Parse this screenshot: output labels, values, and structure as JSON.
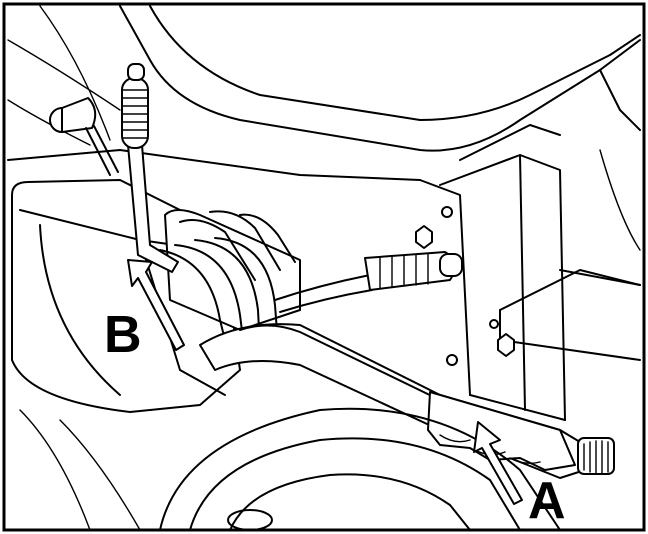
{
  "figure": {
    "callouts": [
      {
        "id": "A",
        "label": "A",
        "part": "forward-reverse-control-lever"
      },
      {
        "id": "B",
        "label": "B",
        "part": "tine-control-lever"
      }
    ],
    "colors": {
      "line": "#000000",
      "background": "#ffffff"
    }
  }
}
